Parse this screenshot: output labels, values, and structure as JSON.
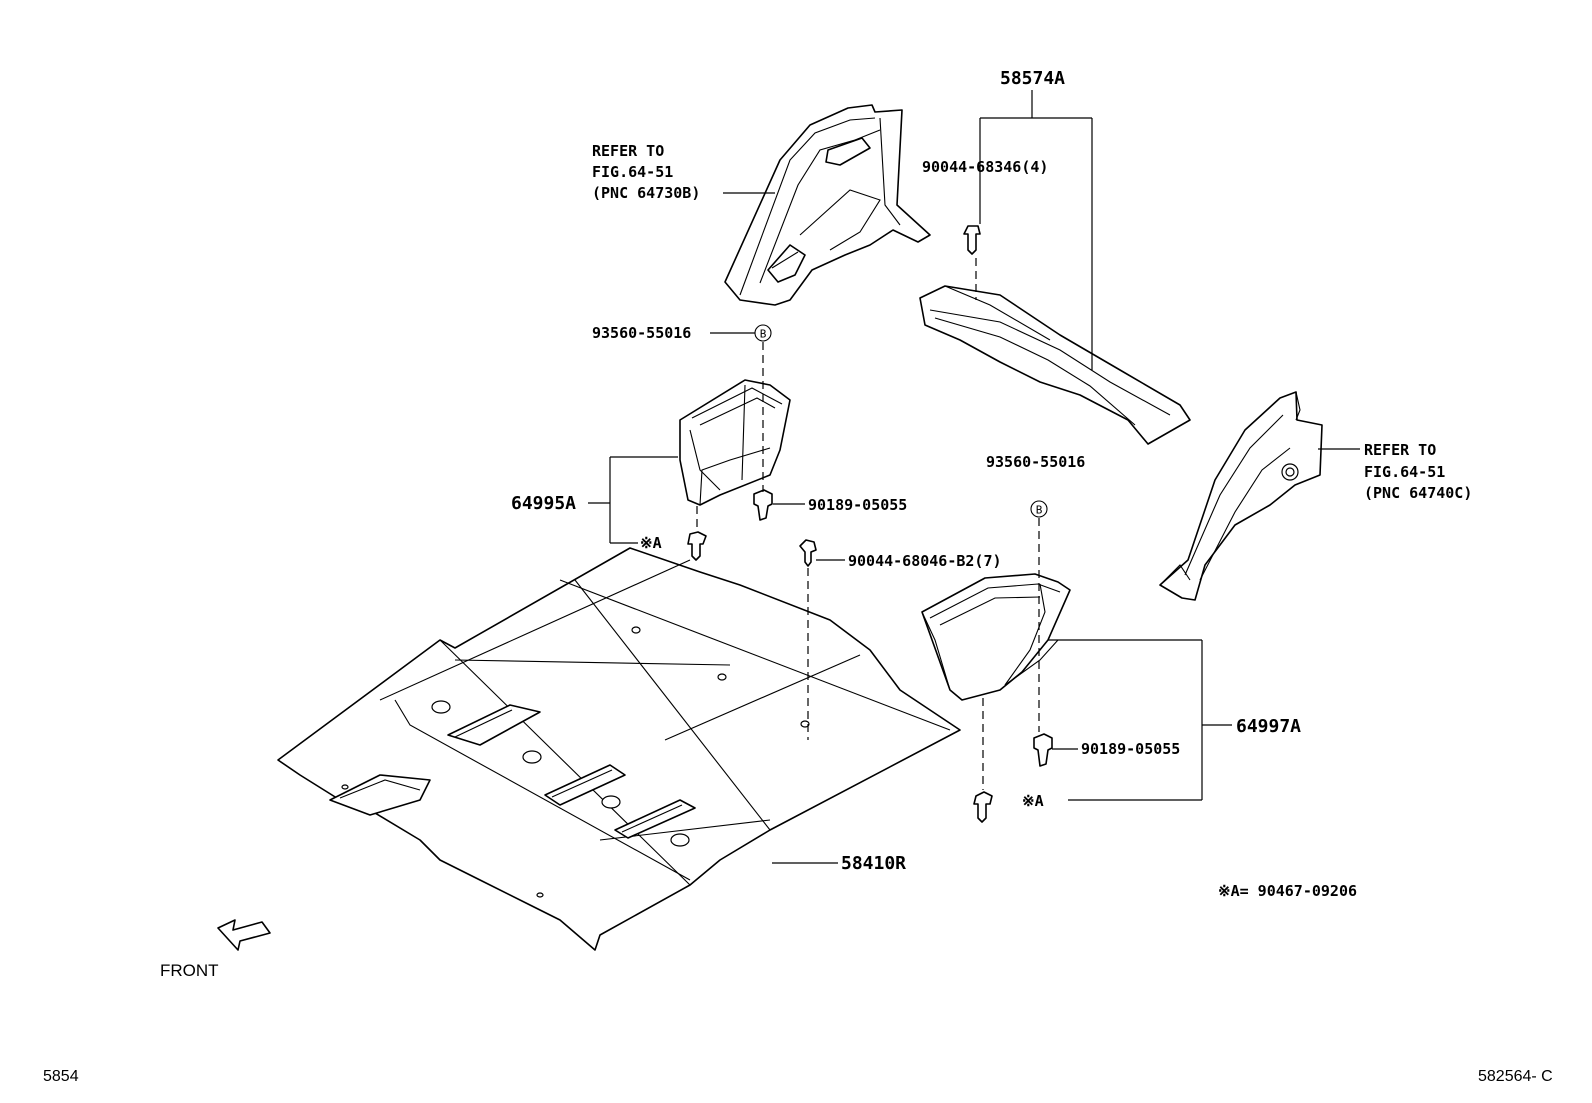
{
  "labels": {
    "part_58574A": "58574A",
    "part_90044_68346": "90044-68346(4)",
    "refer_left_line1": "REFER TO",
    "refer_left_line2": "FIG.64-51",
    "refer_left_line3": "(PNC 64730B)",
    "part_93560_left": "93560-55016",
    "marker_b": "B",
    "part_64995A": "64995A",
    "part_90189_left": "90189-05055",
    "mark_a": "※A",
    "part_90044_68046": "90044-68046-B2(7)",
    "refer_right_line1": "REFER TO",
    "refer_right_line2": "FIG.64-51",
    "refer_right_line3": "(PNC 64740C)",
    "part_93560_right": "93560-55016",
    "part_64997A": "64997A",
    "part_90189_right": "90189-05055",
    "part_58410R": "58410R",
    "note_a": "※A= 90467-09206",
    "front": "FRONT",
    "corner_left": "5854",
    "corner_right": "582564- C"
  }
}
